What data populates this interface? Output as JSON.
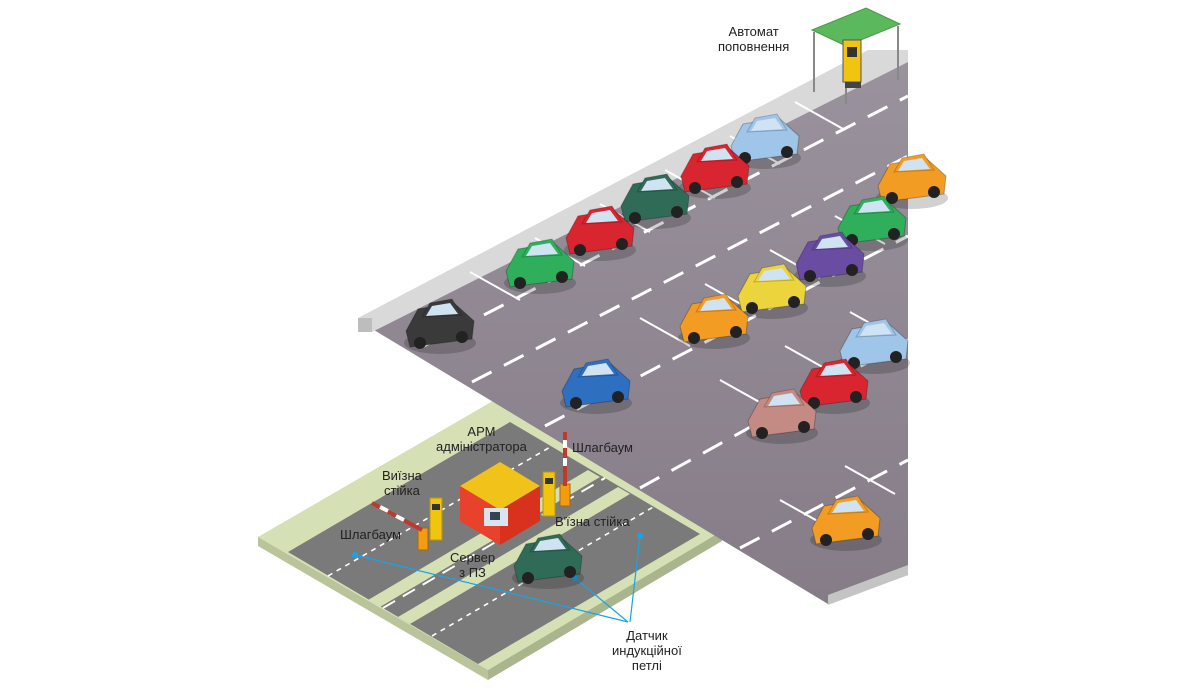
{
  "labels": {
    "kiosk": [
      "Автомат",
      "поповнення"
    ],
    "arm": [
      "АРМ",
      "адміністратора"
    ],
    "barrier_right": "Шлагбаум",
    "exit_post": [
      "Виїзна",
      "стійка"
    ],
    "barrier_left": "Шлагбаум",
    "entry_post": "В'їзна стійка",
    "server": [
      "Сервер",
      "з ПЗ"
    ],
    "loop_sensor": [
      "Датчик",
      "индукційної",
      "петлі"
    ]
  },
  "colors": {
    "lot_surface": "#8f8691",
    "lot_edge": "#d9d9d9",
    "road_surface": "#7a7a7a",
    "grass": "#d5e0b4",
    "canopy": "#5cb85c",
    "booth_roof": "#f0c21a",
    "booth_wall": "#e8412c",
    "post": "#f1c40f",
    "barrier_red": "#d0392b",
    "loop_line": "#1aa3e8"
  },
  "cars": [
    {
      "color": "light-blue"
    },
    {
      "color": "red"
    },
    {
      "color": "dark-green"
    },
    {
      "color": "red"
    },
    {
      "color": "green"
    },
    {
      "color": "black"
    },
    {
      "color": "orange"
    },
    {
      "color": "green"
    },
    {
      "color": "purple"
    },
    {
      "color": "yellow"
    },
    {
      "color": "orange"
    },
    {
      "color": "light-blue"
    },
    {
      "color": "blue"
    },
    {
      "color": "red"
    },
    {
      "color": "pink-brown"
    },
    {
      "color": "orange"
    },
    {
      "color": "dark-green"
    }
  ]
}
